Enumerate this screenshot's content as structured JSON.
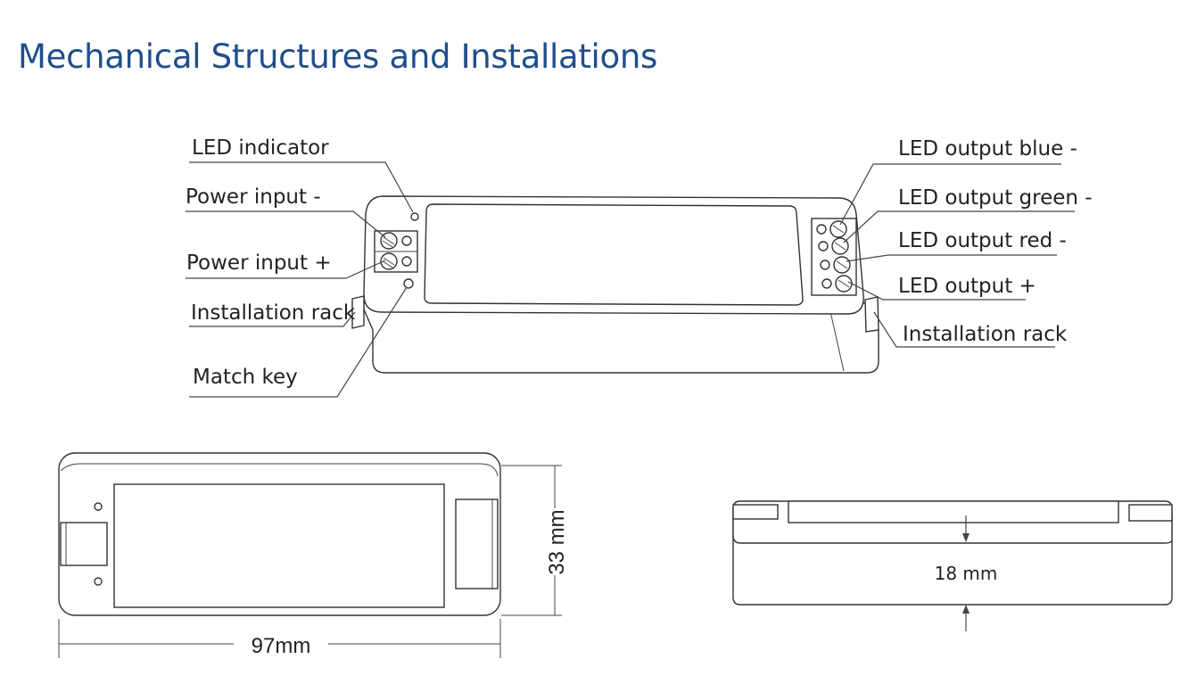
{
  "title": "Mechanical Structures and Installations",
  "labels": {
    "led_indicator": "LED indicator",
    "power_input_minus": "Power input -",
    "power_input_plus": "Power input +",
    "installation_rack_left": "Installation rack",
    "match_key": "Match key",
    "led_output_blue": "LED output blue -",
    "led_output_green": "LED output green -",
    "led_output_red": "LED output red -",
    "led_output_plus": "LED output +",
    "installation_rack_right": "Installation rack"
  },
  "dimensions": {
    "length": "97mm",
    "width": "33 mm",
    "height": "18 mm"
  },
  "colors": {
    "title": "#1f4e8c",
    "line": "#444444"
  }
}
